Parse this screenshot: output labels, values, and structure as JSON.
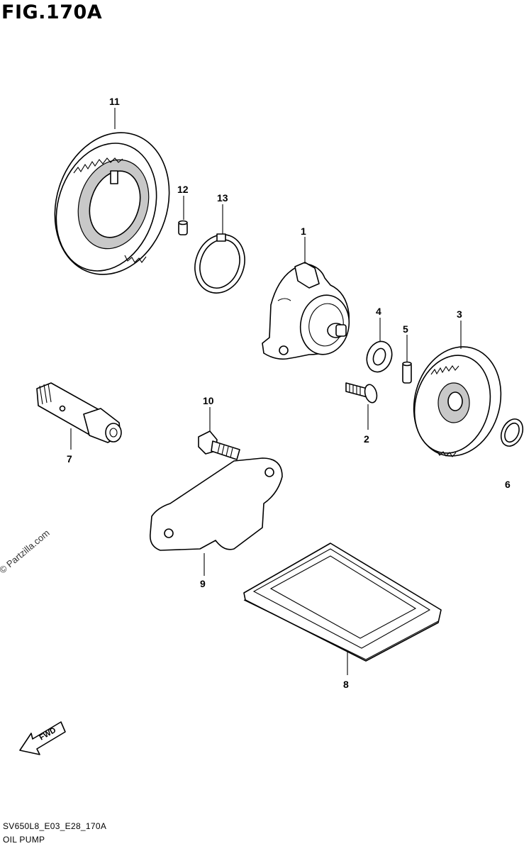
{
  "figure": {
    "title": "FIG.170A"
  },
  "footer": {
    "model_code": "SV650L8_E03_E28_170A",
    "group_name": "OIL PUMP"
  },
  "watermark": "© Partzilla.com",
  "fwd_label": "FWD",
  "callouts": [
    "1",
    "2",
    "3",
    "4",
    "5",
    "6",
    "7",
    "8",
    "9",
    "10",
    "11",
    "12",
    "13"
  ]
}
